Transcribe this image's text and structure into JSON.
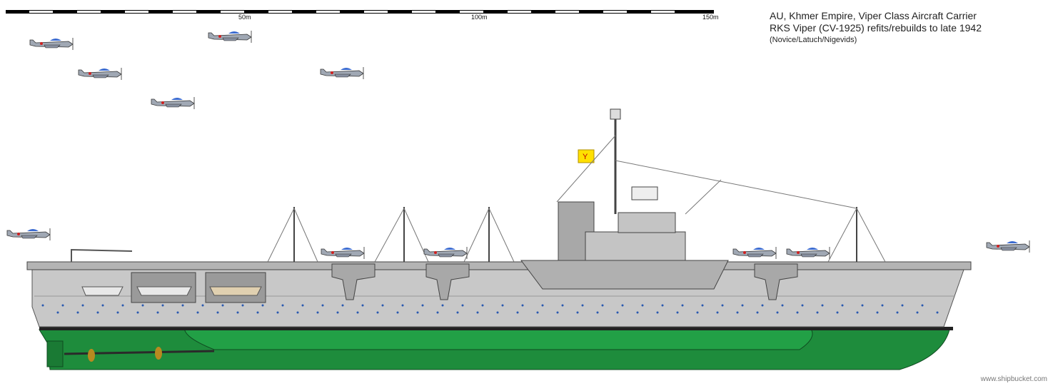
{
  "title": {
    "line1": "AU, Khmer Empire, Viper Class Aircraft Carrier",
    "line2": "RKS Viper (CV-1925) refits/rebuilds to late 1942",
    "line3": "(Novice/Latuch/Nigevids)"
  },
  "scale": {
    "labels": [
      "50m",
      "100m",
      "150m"
    ]
  },
  "watermark": "www.shipbucket.com",
  "colors": {
    "hull_grey": "#c8c8c8",
    "underwater_green": "#1e8c3c",
    "flag_yellow": "#ffe000",
    "plane_blue": "#3a6ad0"
  }
}
